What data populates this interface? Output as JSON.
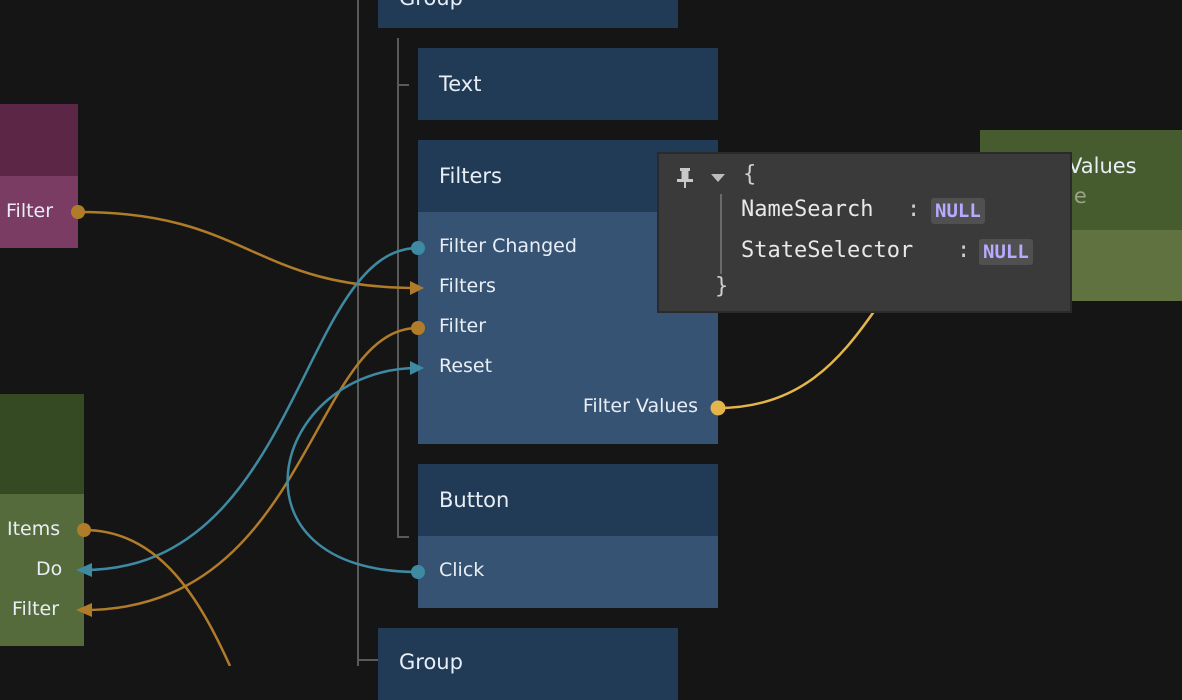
{
  "canvas": {
    "background": "#151515"
  },
  "nodes": {
    "group_top": {
      "title": "Group"
    },
    "text": {
      "title": "Text"
    },
    "filters": {
      "title": "Filters",
      "ports": {
        "filter_changed": "Filter Changed",
        "filters": "Filters",
        "filter": "Filter",
        "reset": "Reset",
        "filter_values": "Filter Values"
      }
    },
    "button": {
      "title": "Button",
      "ports": {
        "click": "Click"
      }
    },
    "group_bottom": {
      "title": "Group"
    },
    "left_pink": {
      "ports": {
        "filter": "Filter"
      }
    },
    "left_green": {
      "ports": {
        "items": "Items",
        "do": "Do",
        "filter": "Filter"
      }
    },
    "right_green": {
      "title_partial": "Values",
      "subtitle_partial": "le"
    }
  },
  "popup": {
    "open_brace": "{",
    "close_brace": "}",
    "colon": ":",
    "rows": [
      {
        "key": "NameSearch",
        "value": "NULL"
      },
      {
        "key": "StateSelector",
        "value": "NULL"
      }
    ]
  },
  "colors": {
    "wire_orange": "#b07c2a",
    "wire_blue": "#3e8aa3",
    "wire_yellow": "#e4b54a",
    "node_header": "#213b57",
    "node_body": "#375373"
  }
}
